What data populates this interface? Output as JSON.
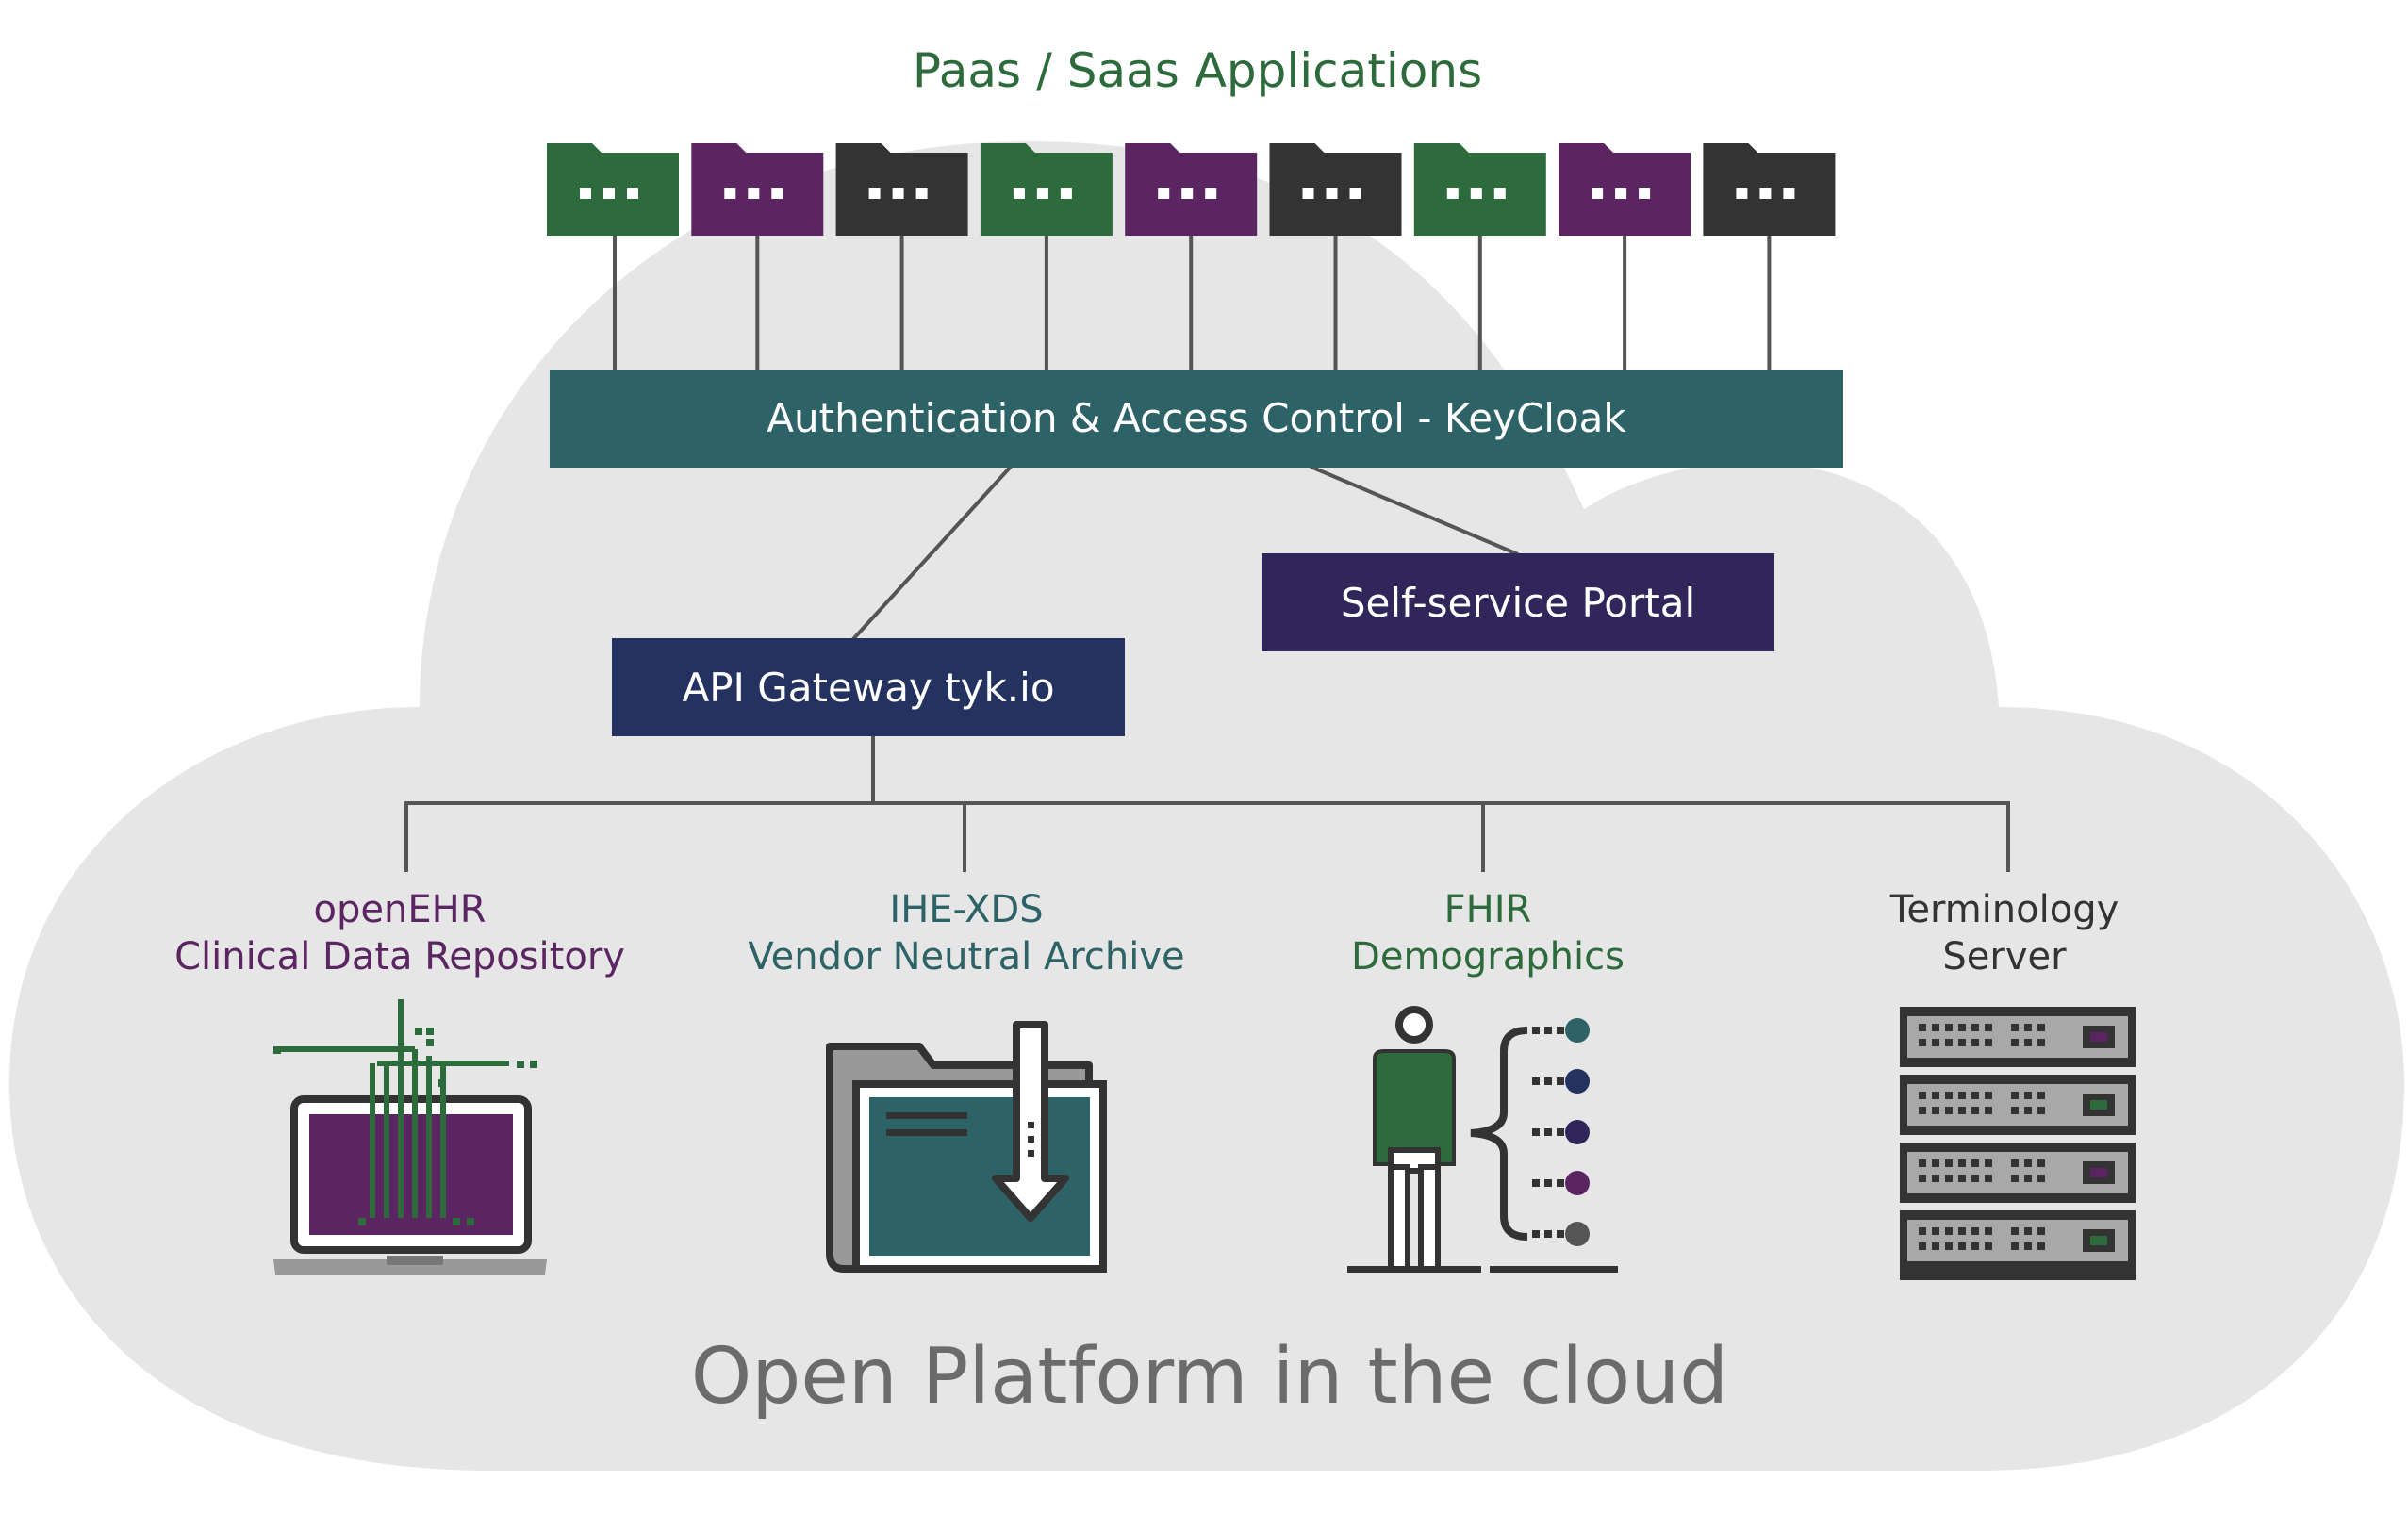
{
  "header": {
    "title": "Paas / Saas Applications"
  },
  "app_folders": [
    {
      "color": "#2d6b3c"
    },
    {
      "color": "#5a2561"
    },
    {
      "color": "#333333"
    },
    {
      "color": "#2d6b3c"
    },
    {
      "color": "#5a2561"
    },
    {
      "color": "#333333"
    },
    {
      "color": "#2d6b3c"
    },
    {
      "color": "#5a2561"
    },
    {
      "color": "#333333"
    }
  ],
  "auth_bar": {
    "label": "Authentication & Access Control - KeyCloak",
    "color": "#2d6366"
  },
  "portal": {
    "label": "Self-service Portal",
    "color": "#31265a"
  },
  "gateway": {
    "label": "API Gateway tyk.io",
    "color": "#243260"
  },
  "services": [
    {
      "line1": "openEHR",
      "line2": "Clinical Data Repository",
      "color": "#5a2561",
      "icon": "laptop-icon"
    },
    {
      "line1": "IHE-XDS",
      "line2": "Vendor Neutral Archive",
      "color": "#2d6366",
      "icon": "archive-folder-icon"
    },
    {
      "line1": "FHIR",
      "line2": "Demographics",
      "color": "#2d6b3c",
      "icon": "person-records-icon"
    },
    {
      "line1": "Terminology",
      "line2": "Server",
      "color": "#333333",
      "icon": "server-rack-icon"
    }
  ],
  "footer": {
    "title": "Open Platform in the cloud"
  },
  "colors": {
    "cloud": "#e6e6e6",
    "connector": "#555555",
    "footer_text": "#6b6b6b",
    "header_text": "#2d6b3c"
  }
}
